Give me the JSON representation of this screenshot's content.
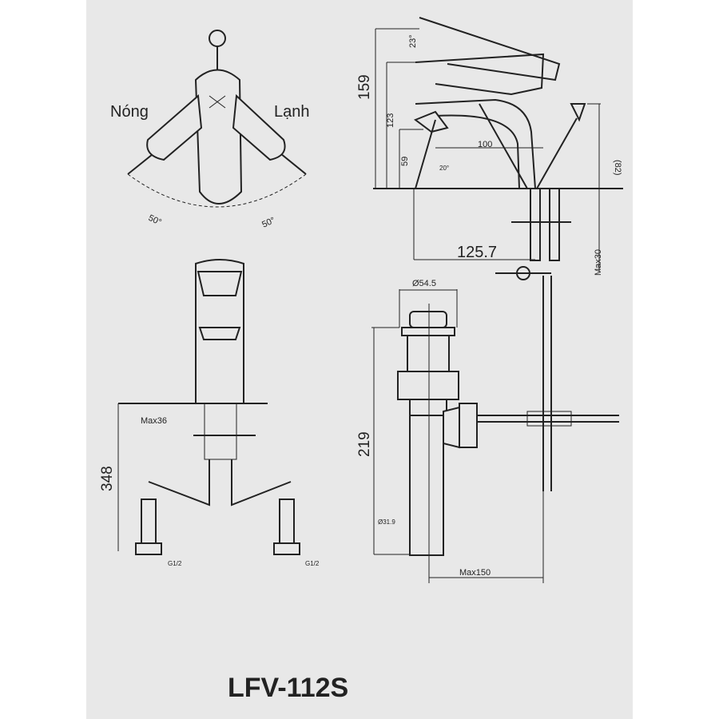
{
  "top_view": {
    "hot_label": "Nóng",
    "cold_label": "Lạnh",
    "angle_left": "50°",
    "angle_right": "50°"
  },
  "side_view": {
    "height_total": "159",
    "lever_angle": "23°",
    "height_lever": "123",
    "height_spout": "59",
    "spout_angle": "20°",
    "spout_reach": "100",
    "rod_height": "(82)",
    "drain_offset": "125.7",
    "max_deck": "Max30"
  },
  "front_view": {
    "max_deck": "Max36",
    "hose_length": "348",
    "thread_left": "G1/2",
    "thread_right": "G1/2"
  },
  "drain_view": {
    "top_diameter": "Ø54.5",
    "height": "219",
    "pipe_diameter": "Ø31.9",
    "max_offset": "Max150"
  },
  "model": "LFV-112S"
}
